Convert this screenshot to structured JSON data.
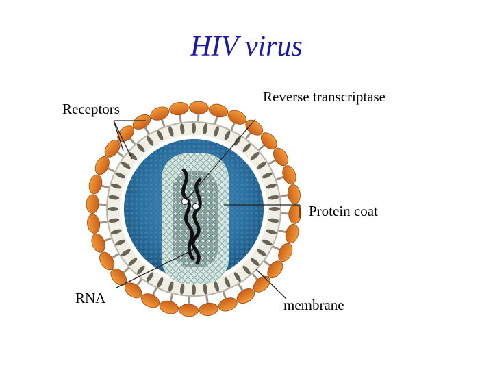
{
  "title": "HIV virus",
  "labels": {
    "receptors": "Receptors",
    "reverse_transcriptase": "Reverse transcriptase",
    "protein_coat": "Protein coat",
    "rna": "RNA",
    "membrane": "membrane"
  },
  "colors": {
    "title": "#1a1aa6",
    "receptor": "#e8822a",
    "membrane_stalk": "#6b6356",
    "core_blue": "#2f77a6",
    "capsid": "#bcd6d0",
    "rna": "#111111"
  }
}
